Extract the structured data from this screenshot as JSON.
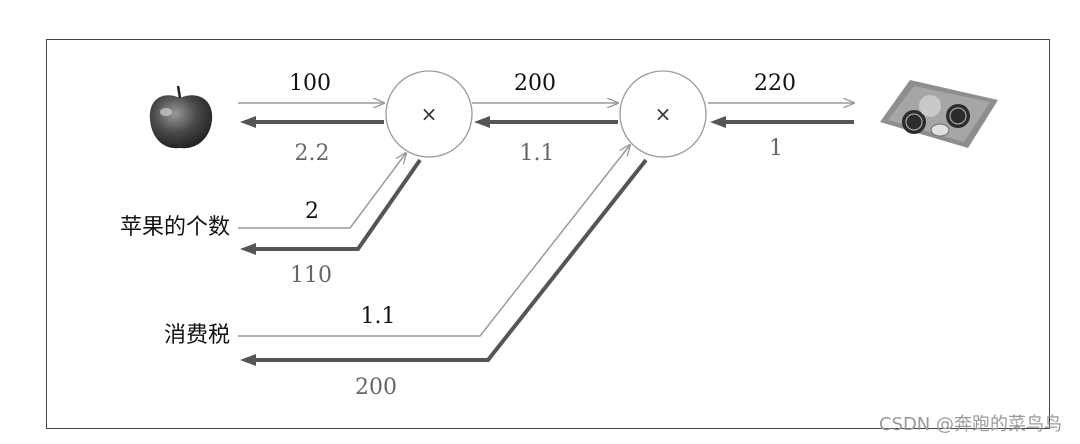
{
  "diagram": {
    "inputs": {
      "apple_count_label": "苹果的个数",
      "tax_label": "消费税"
    },
    "nodes": {
      "mul1_symbol": "×",
      "mul2_symbol": "×"
    },
    "forward": {
      "apple_price": "100",
      "apple_count": "2",
      "mul1_out": "200",
      "tax": "1.1",
      "mul2_out": "220"
    },
    "backward": {
      "final": "1",
      "mul2_to_mul1": "1.1",
      "apple_price": "2.2",
      "apple_count": "110",
      "tax": "200"
    },
    "icons": {
      "start": "apple-icon",
      "end": "payment-tray-icon"
    }
  },
  "watermark": "CSDN @奔跑的菜鸟鸟"
}
